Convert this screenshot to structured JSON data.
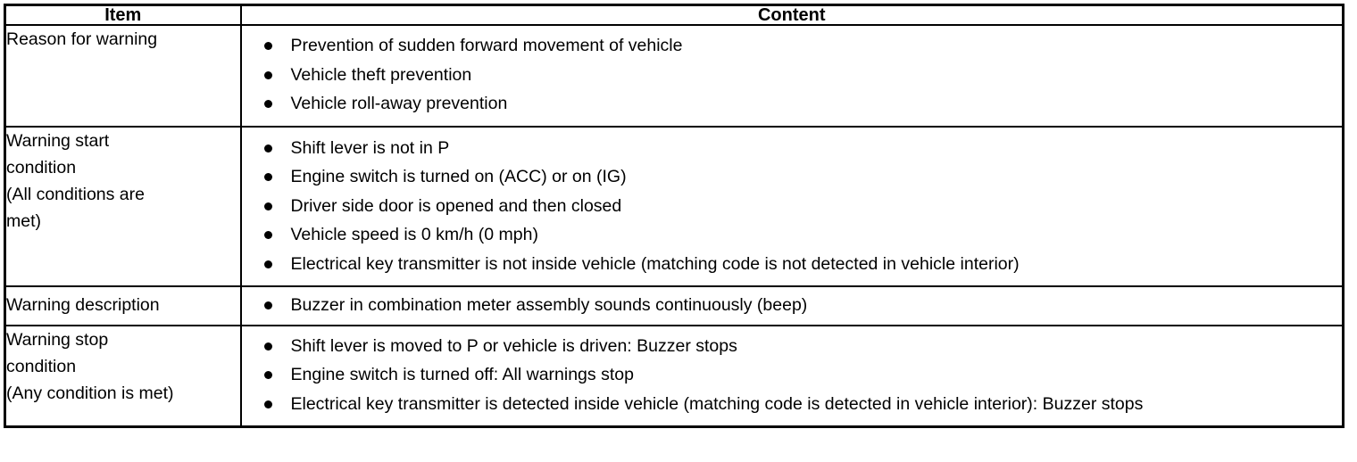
{
  "table": {
    "columns": [
      {
        "key": "item",
        "label": "Item"
      },
      {
        "key": "content",
        "label": "Content"
      }
    ],
    "rows": [
      {
        "item": "Reason for warning",
        "bullets": [
          "Prevention of sudden forward movement of vehicle",
          "Vehicle theft prevention",
          "Vehicle roll-away prevention"
        ]
      },
      {
        "item": "Warning start\ncondition\n(All conditions are\nmet)",
        "bullets": [
          "Shift lever is not in P",
          "Engine switch is turned on (ACC) or on (IG)",
          "Driver side door is opened and then closed",
          "Vehicle speed is 0 km/h (0 mph)",
          "Electrical key transmitter is not inside vehicle (matching code is not detected in vehicle interior)"
        ]
      },
      {
        "item": "Warning description",
        "bullets": [
          "Buzzer in combination meter assembly sounds continuously (beep)"
        ]
      },
      {
        "item": "Warning stop\ncondition\n(Any condition is met)",
        "bullets": [
          "Shift lever is moved to P or vehicle is driven: Buzzer stops",
          "Engine switch is turned off: All warnings stop",
          "Electrical key transmitter is detected inside vehicle (matching code is detected in vehicle interior): Buzzer stops"
        ]
      }
    ]
  },
  "style": {
    "border_color": "#000000",
    "text_color": "#000000",
    "background": "#ffffff"
  }
}
